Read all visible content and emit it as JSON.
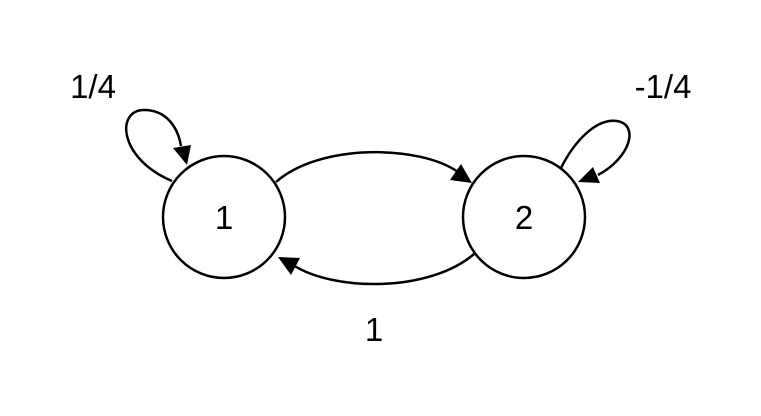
{
  "nodes": {
    "node_1": {
      "label": "1"
    },
    "node_2": {
      "label": "2"
    }
  },
  "edges": {
    "self_loop_1": {
      "from": "1",
      "to": "1",
      "label": "1/4"
    },
    "self_loop_2": {
      "from": "2",
      "to": "2",
      "label": "-1/4"
    },
    "edge_1_to_2": {
      "from": "1",
      "to": "2",
      "label": ""
    },
    "edge_2_to_1": {
      "from": "2",
      "to": "1",
      "label": "1"
    }
  },
  "colors": {
    "stroke": "#000000",
    "background": "#ffffff"
  }
}
